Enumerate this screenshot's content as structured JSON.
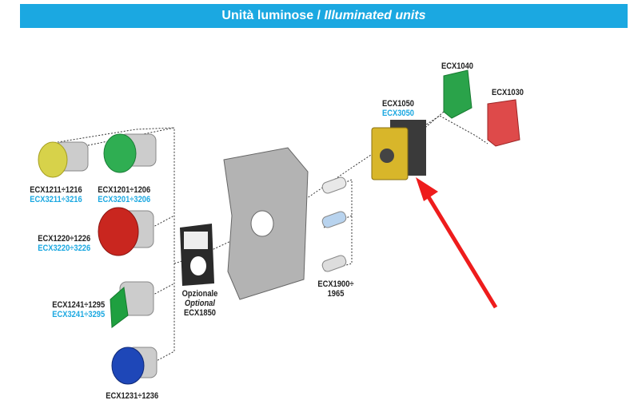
{
  "header": {
    "title_it": "Unità luminose",
    "separator": " / ",
    "title_en": "Illuminated units"
  },
  "parts": {
    "yellow": {
      "code": "ECX1211÷1216",
      "alt": "ECX3211÷3216"
    },
    "green": {
      "code": "ECX1201÷1206",
      "alt": "ECX3201÷3206"
    },
    "red": {
      "code": "ECX1220÷1226",
      "alt": "ECX3220÷3226"
    },
    "selector": {
      "code": "ECX1241÷1295",
      "alt": "ECX3241÷3295"
    },
    "blue": {
      "code": "ECX1231÷1236"
    },
    "holder": {
      "line1": "Opzionale",
      "line2": "Optional",
      "code": "ECX1850"
    },
    "bulbs": {
      "line1": "ECX1900÷",
      "line2": "1965"
    },
    "body": {
      "code": "ECX1050",
      "alt": "ECX3050"
    },
    "contact_green": {
      "code": "ECX1040"
    },
    "contact_red": {
      "code": "ECX1030"
    }
  },
  "colors": {
    "banner": "#1ba8e1",
    "arrow": "#ee1c1c"
  }
}
